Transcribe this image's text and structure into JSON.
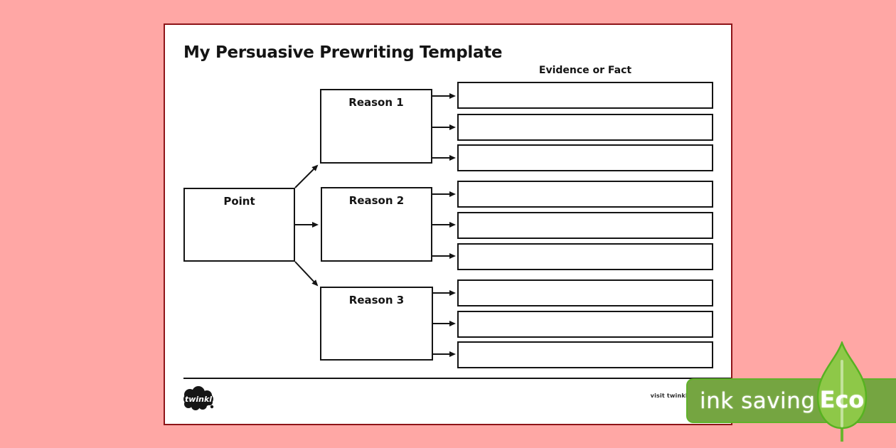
{
  "colors": {
    "background": "#ffa7a5",
    "page_border": "#8e1418",
    "box_border": "#141414",
    "badge_band": "#75a541",
    "badge_band_border": "#60b22a",
    "leaf_fill": "#8ec848",
    "leaf_stroke": "#57b221"
  },
  "document": {
    "title": "My Persuasive Prewriting Template",
    "evidence_header": "Evidence or Fact",
    "point": {
      "label": "Point"
    },
    "reasons": [
      {
        "label": "Reason 1"
      },
      {
        "label": "Reason 2"
      },
      {
        "label": "Reason 3"
      }
    ],
    "evidence_boxes_per_reason": 3,
    "evidence_boxes_total": 9
  },
  "footer": {
    "logo": "twinkl",
    "visit_text": "visit twinkl.com.au"
  },
  "eco_badge": {
    "ink_saving": "ink saving",
    "eco": "Eco"
  }
}
